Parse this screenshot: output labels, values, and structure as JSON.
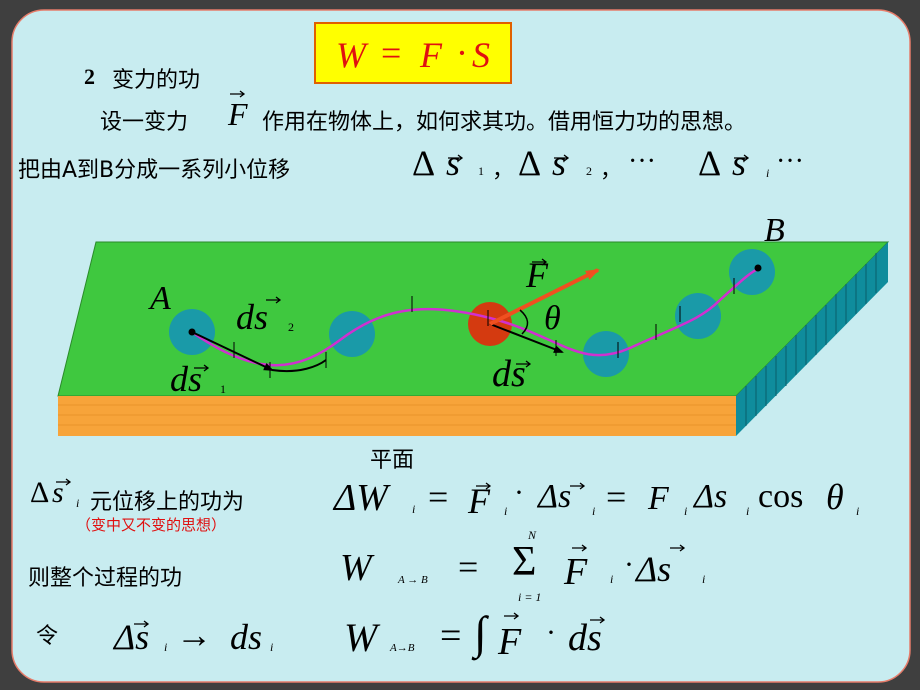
{
  "colors": {
    "slide_background": "#c8ecf0",
    "slide_border": "#e67c6a",
    "plane_top": "#3fc83f",
    "plane_front": "#f7a43a",
    "plane_side": "#0f8c9c",
    "sphere": "#1a9aa8",
    "force_sphere": "#d43a10",
    "curve": "#d030d0",
    "force_arrow": "#f05020",
    "formula_box_fill": "#ffff00",
    "note_text": "#e01010"
  },
  "formula_top": {
    "lhs": "W",
    "eq": "=",
    "vec1": "F",
    "dot": "·",
    "vec2": "S"
  },
  "section": {
    "number": "2",
    "title": "变力的功"
  },
  "line1": {
    "prefix": "设一变力",
    "symbol": "F",
    "suffix": "作用在物体上，如何求其功。借用恒力功的思想。"
  },
  "line2": {
    "text": "把由A到B分成一系列小位移",
    "delta": "Δ",
    "s": "s",
    "sub1": "1",
    "sub2": "2",
    "subi": "i",
    "comma": "，",
    "dots": "···"
  },
  "diagram": {
    "label_A": "A",
    "label_B": "B",
    "label_F": "F",
    "label_theta": "θ",
    "label_ds": "ds",
    "label_ds1": "ds",
    "sub_ds1": "1",
    "label_ds2": "ds",
    "sub_ds2": "2",
    "plane_caption": "平面"
  },
  "element_work": {
    "label_suffix": "元位移上的功为",
    "note": "（变中又不变的思想）",
    "formula_lhs": "ΔW",
    "formula_rhs1": "F",
    "formula_rhs2": "Δs",
    "formula_rhs3": "F",
    "formula_rhs4": "Δs",
    "cos": "cos",
    "theta": "θ",
    "sub_i": "i"
  },
  "total_work": {
    "label": "则整个过程的功",
    "lhs": "W",
    "sub": "A → B",
    "sum_upper": "N",
    "sum_lower": "i = 1",
    "sigma": "Σ",
    "term": "F",
    "dot": "·",
    "delta_s": "Δs",
    "sub_i": "i"
  },
  "limit": {
    "label": "令",
    "delta_s": "Δs",
    "sub_i": "i",
    "arrow": "→",
    "ds": "ds",
    "ds_sub": "i",
    "W": "W",
    "W_sub": "A→B",
    "eq": "=",
    "integral": "∫",
    "F": "F",
    "dot": "·",
    "d_s": "ds"
  }
}
